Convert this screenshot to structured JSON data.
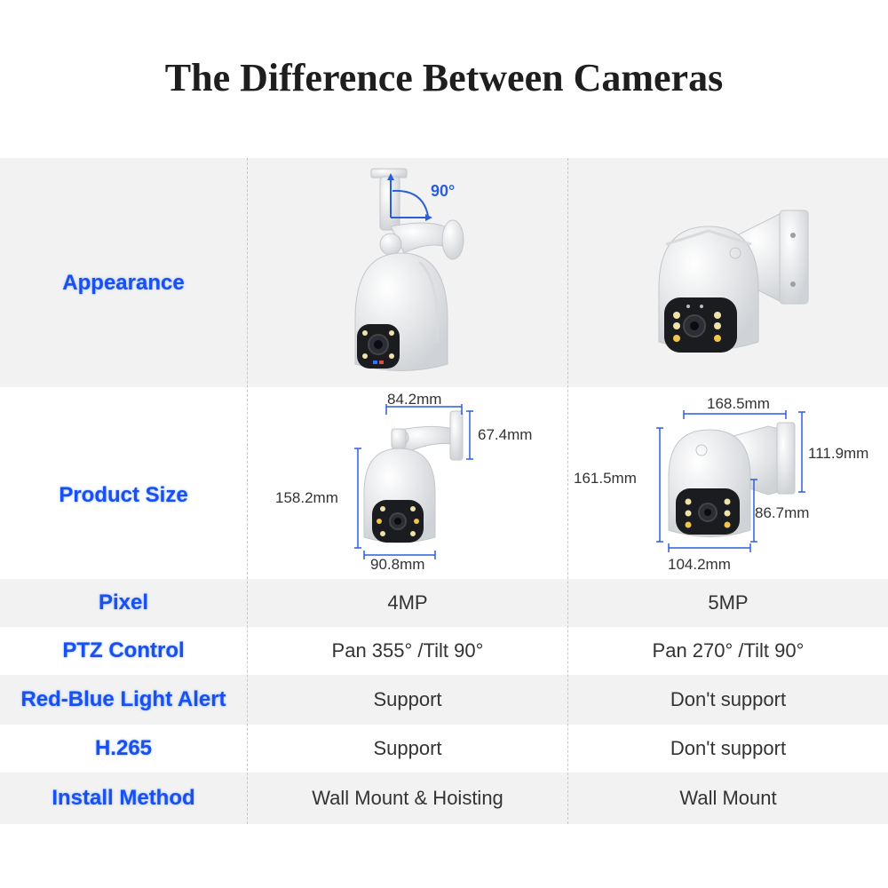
{
  "title": "The Difference Between Cameras",
  "rows": {
    "appearance": {
      "label": "Appearance",
      "cam1_angle": "90°"
    },
    "product_size": {
      "label": "Product Size",
      "cam1": {
        "top_width": "84.2mm",
        "bracket_height": "67.4mm",
        "total_height": "158.2mm",
        "dome_width": "90.8mm"
      },
      "cam2": {
        "top_width": "168.5mm",
        "bracket_height": "111.9mm",
        "total_height": "161.5mm",
        "dome_height": "86.7mm",
        "dome_width": "104.2mm"
      }
    },
    "pixel": {
      "label": "Pixel",
      "cam1": "4MP",
      "cam2": "5MP"
    },
    "ptz": {
      "label": "PTZ Control",
      "cam1": "Pan 355° /Tilt 90°",
      "cam2": "Pan 270° /Tilt 90°"
    },
    "alert": {
      "label": "Red-Blue Light Alert",
      "cam1": "Support",
      "cam2": "Don't support"
    },
    "h265": {
      "label": "H.265",
      "cam1": "Support",
      "cam2": "Don't support"
    },
    "install": {
      "label": "Install Method",
      "cam1": "Wall Mount & Hoisting",
      "cam2": "Wall Mount"
    }
  },
  "colors": {
    "label_blue": "#1a4ff0",
    "dimension_blue": "#2a5fd8",
    "row_shade": "#f2f2f2",
    "separator": "#c8c8c8"
  }
}
